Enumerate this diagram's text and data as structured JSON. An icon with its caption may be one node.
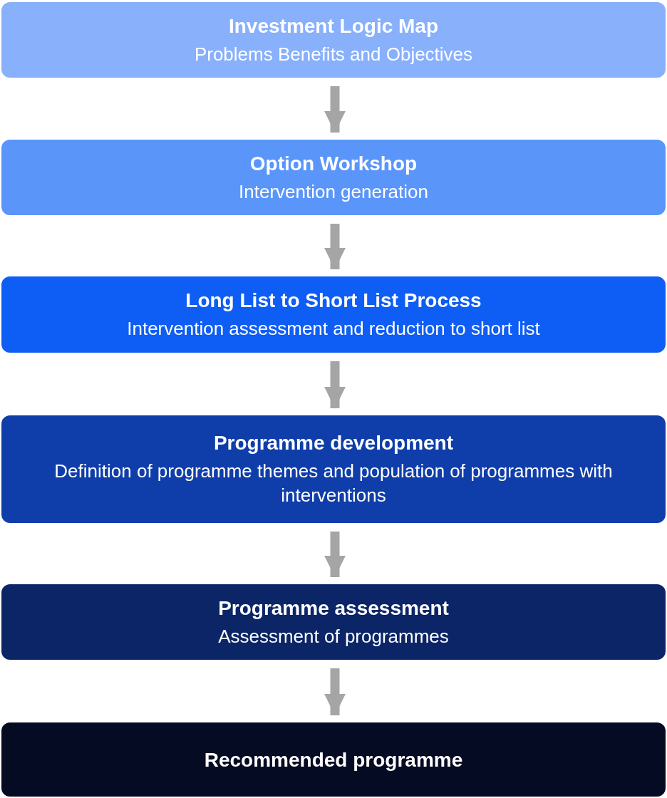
{
  "diagram": {
    "nodes": [
      {
        "text": [
          "Investment Logic Map",
          "Problems Benefits and Objectives"
        ]
      },
      {
        "text": [
          "Option Workshop",
          "Intervention generation"
        ]
      },
      {
        "text": [
          "Long List to Short List Process",
          "Intervention assessment and reduction to short list"
        ]
      },
      {
        "text": [
          "Programme development",
          "Definition of programme themes and population of programmes with interventions"
        ]
      },
      {
        "text": [
          "Programme assessment",
          "Assessment of programmes"
        ]
      },
      {
        "text": [
          "Recommended programme"
        ]
      }
    ],
    "edges": [
      {
        "from": 0,
        "to": 1,
        "arrow": "to"
      },
      {
        "from": 1,
        "to": 2,
        "arrow": "to"
      },
      {
        "from": 2,
        "to": 3,
        "arrow": "to"
      },
      {
        "from": 3,
        "to": 4,
        "arrow": "to"
      },
      {
        "from": 4,
        "to": 5,
        "arrow": "to"
      }
    ]
  }
}
